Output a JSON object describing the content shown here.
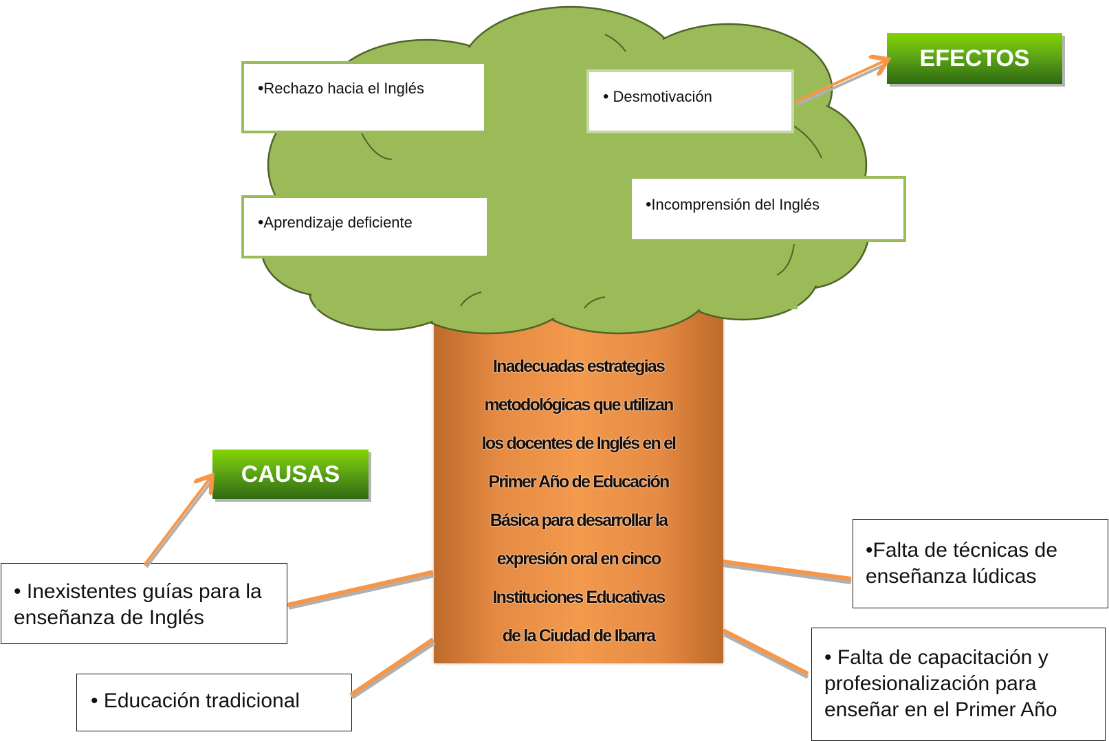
{
  "labels": {
    "effects": "EFECTOS",
    "causes": "CAUSAS"
  },
  "trunk": {
    "lines": [
      "Inadecuadas estrategias",
      "metodológicas que utilizan",
      "los docentes de Inglés en el",
      "Primer Año de Educación",
      "Básica para desarrollar la",
      "expresión oral en cinco",
      "Instituciones  Educativas",
      "de la Ciudad de Ibarra"
    ]
  },
  "effects": {
    "rechazo": "Rechazo hacia el Inglés",
    "desmotivacion": "Desmotivación",
    "aprendizaje": "Aprendizaje  deficiente",
    "incomprension": "Incomprensión del Inglés"
  },
  "causes": {
    "guias": "Inexistentes guías para la enseñanza de Inglés",
    "tradicional": "Educación tradicional",
    "tecnicas": "Falta de técnicas de enseñanza lúdicas",
    "capacitacion": "Falta de capacitación y profesionalización para enseñar en el Primer Año"
  },
  "bullet": "•",
  "colors": {
    "canopy": "#9bbb59",
    "canopy_outline": "#4f6228",
    "trunk": "#f39a4d",
    "arrow": "#f79646",
    "label_green": "#5ea615",
    "box_border_green": "#9bbb59"
  }
}
